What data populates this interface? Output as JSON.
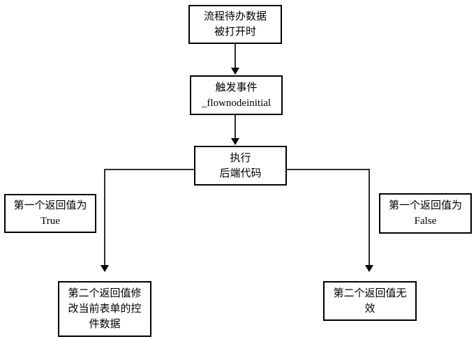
{
  "diagram": {
    "type": "flowchart",
    "background_color": "#ffffff",
    "border_color": "#000000",
    "connector_color": "#2e2e2e",
    "text_color": "#000000",
    "nodes": {
      "start": {
        "lines": [
          "流程待办数据",
          "被打开时"
        ]
      },
      "trigger": {
        "lines": [
          "触发事件",
          "_flownodeinitial"
        ]
      },
      "execute": {
        "lines": [
          "执行",
          "后端代码"
        ]
      },
      "label_true": {
        "lines": [
          "第一个返回值为",
          "True"
        ]
      },
      "label_false": {
        "lines": [
          "第一个返回值为",
          "False"
        ]
      },
      "result_true": {
        "lines": [
          "第二个返回值修",
          "改当前表单的控",
          "件数据"
        ]
      },
      "result_false": {
        "lines": [
          "第二个返回值无",
          "效"
        ]
      }
    },
    "edges": [
      {
        "from": "start",
        "to": "trigger",
        "condition": ""
      },
      {
        "from": "trigger",
        "to": "execute",
        "condition": ""
      },
      {
        "from": "execute",
        "to": "result_true",
        "condition": "第一个返回值为 True"
      },
      {
        "from": "execute",
        "to": "result_false",
        "condition": "第一个返回值为 False"
      }
    ]
  }
}
